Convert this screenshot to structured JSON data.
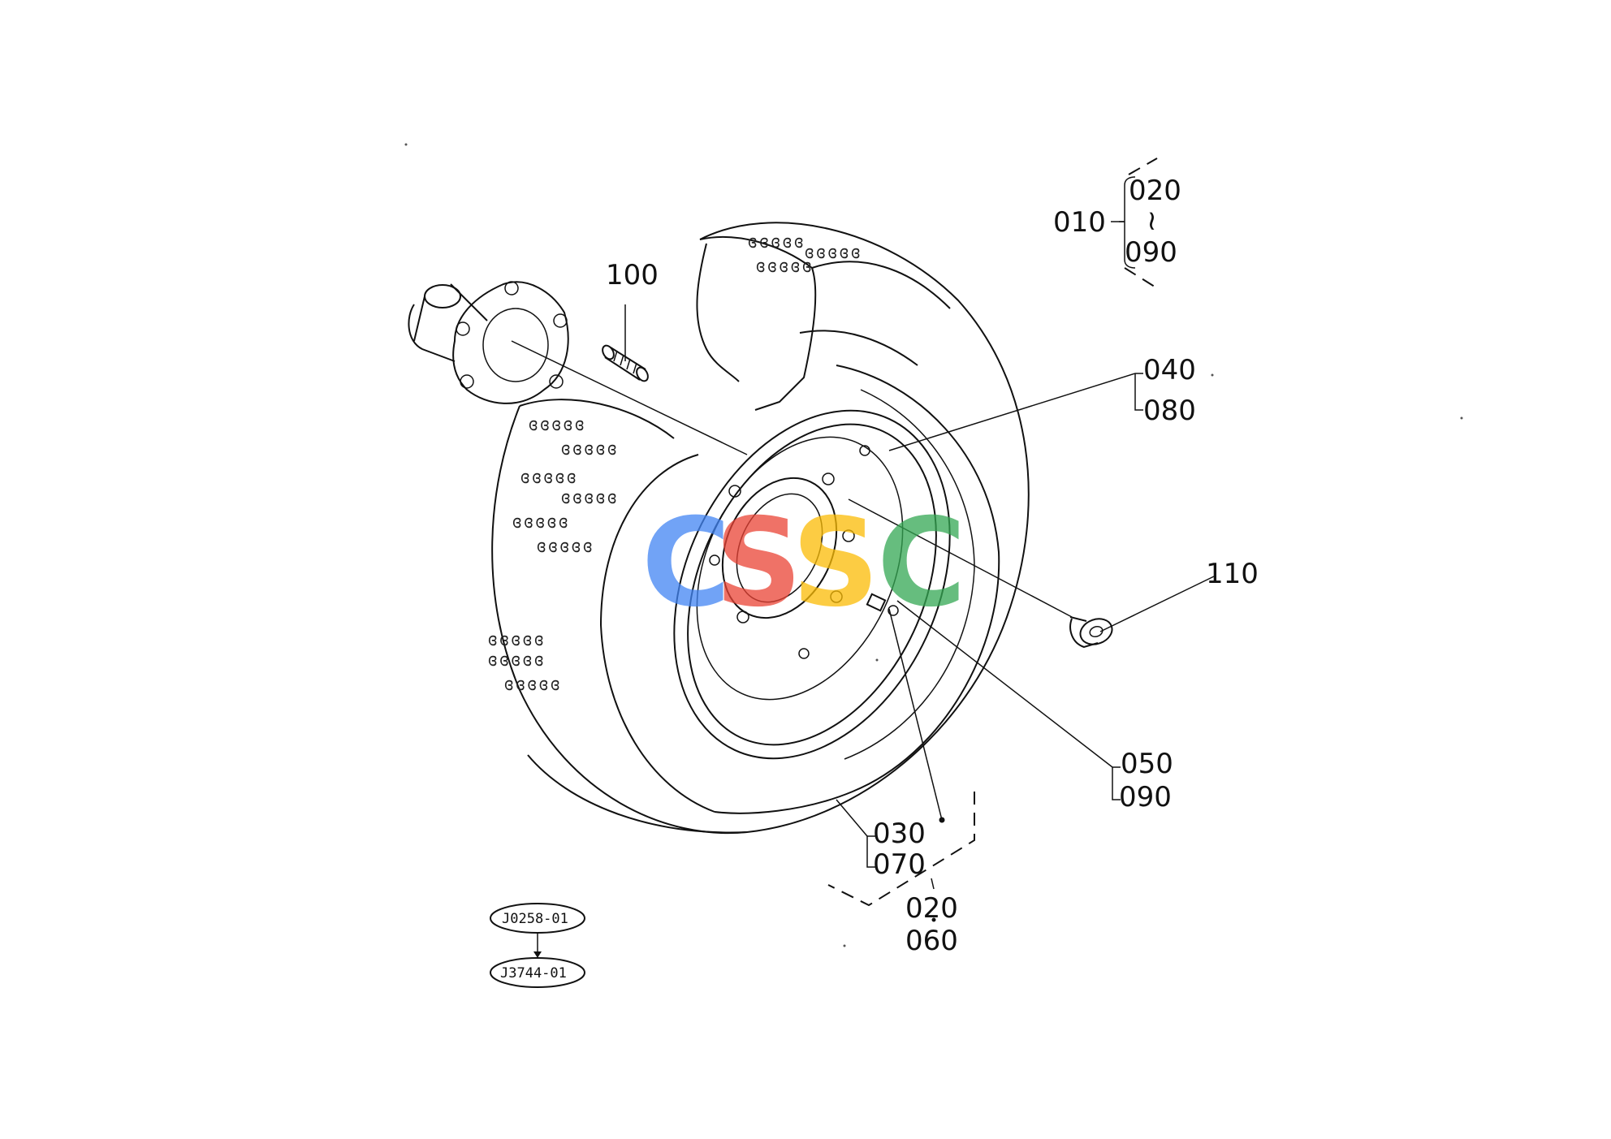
{
  "callouts": {
    "c010": "010",
    "c020_top": "020",
    "c090_top": "090",
    "c100": "100",
    "c040": "040",
    "c080": "080",
    "c110": "110",
    "c050": "050",
    "c090_bottom": "090",
    "c030": "030",
    "c070": "070",
    "c020_bottom": "020",
    "c060": "060",
    "range_mark": "~"
  },
  "reference_tags": {
    "ref1": "J0258-01",
    "ref2": "J3744-01"
  },
  "watermark": {
    "letters": [
      "C",
      "S",
      "S",
      "C"
    ],
    "colors": [
      "#4285F4",
      "#EA4335",
      "#FBBC05",
      "#34A853"
    ]
  },
  "tread_text": "ɞɞɞɞɞ"
}
